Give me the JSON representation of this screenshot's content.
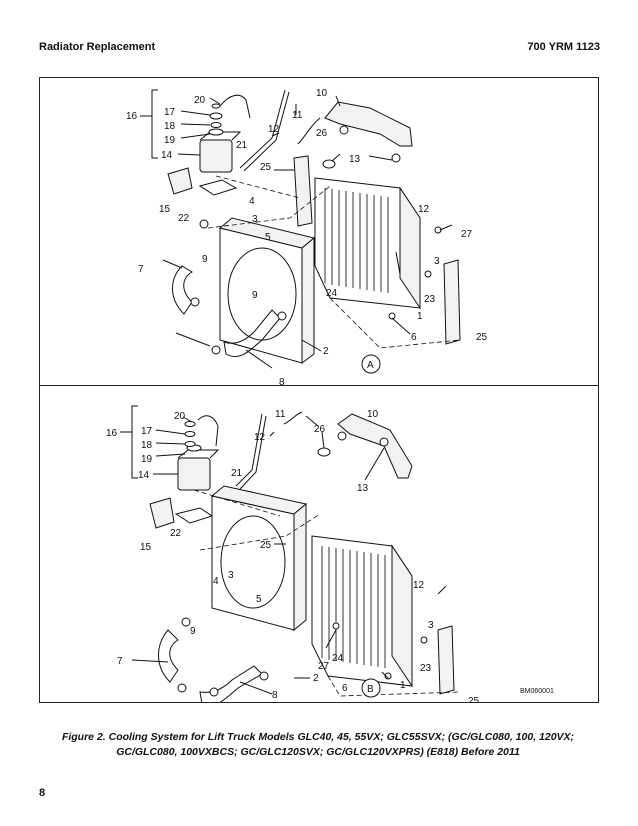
{
  "header": {
    "section_title": "Radiator Replacement",
    "doc_code": "700 YRM 1123"
  },
  "figure": {
    "panel_a": {
      "callouts": [
        "20",
        "17",
        "18",
        "19",
        "14",
        "16",
        "15",
        "22",
        "21",
        "10",
        "11",
        "12",
        "26",
        "13",
        "25",
        "4",
        "3",
        "5",
        "7",
        "9",
        "24",
        "12",
        "27",
        "3",
        "23",
        "1",
        "6",
        "25",
        "9",
        "2",
        "8"
      ],
      "view_letter": "A"
    },
    "panel_b": {
      "callouts": [
        "20",
        "17",
        "18",
        "19",
        "14",
        "16",
        "15",
        "22",
        "21",
        "11",
        "12",
        "26",
        "10",
        "13",
        "25",
        "4",
        "3",
        "5",
        "7",
        "9",
        "24",
        "27",
        "12",
        "3",
        "23",
        "6",
        "1",
        "2",
        "25",
        "9",
        "8"
      ],
      "view_letter": "B",
      "drawing_code": "BM060001"
    },
    "caption_line1": "Figure 2. Cooling System for Lift Truck Models GLC40, 45, 55VX; GLC55SVX; (GC/GLC080, 100, 120VX;",
    "caption_line2": "GC/GLC080, 100VXBCS; GC/GLC120SVX; GC/GLC120VXPRS) (E818) Before 2011"
  },
  "footer": {
    "page_number": "8"
  }
}
